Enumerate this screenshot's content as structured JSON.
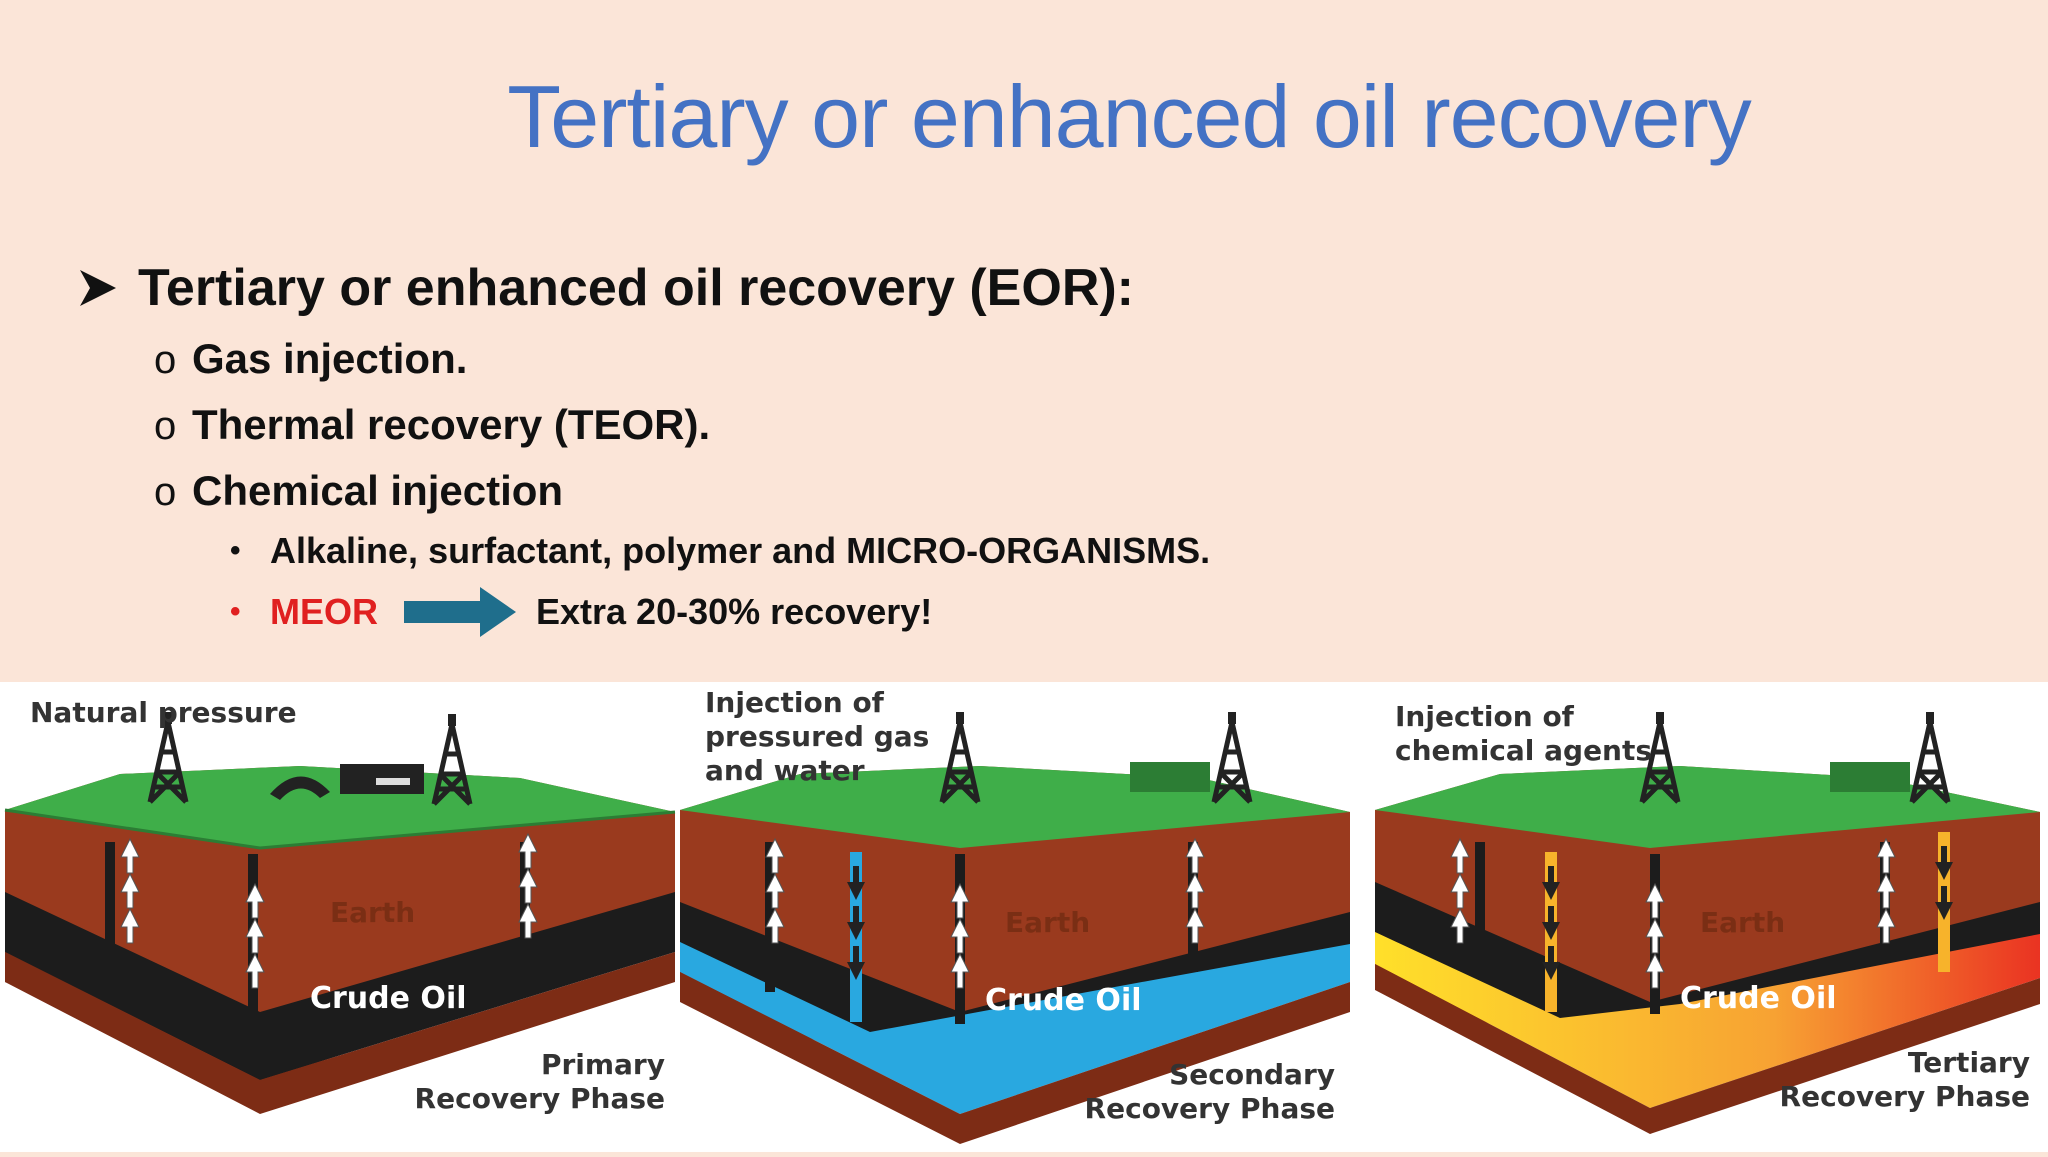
{
  "slide": {
    "title": "Tertiary or enhanced oil recovery",
    "heading": "Tertiary or enhanced oil recovery (EOR):",
    "items": [
      "Gas injection.",
      "Thermal recovery (TEOR).",
      "Chemical injection"
    ],
    "subitems": {
      "first": "Alkaline, surfactant, polymer and MICRO-ORGANISMS.",
      "meor": "MEOR",
      "meor_result": "Extra 20-30% recovery!"
    }
  },
  "diagrams": {
    "primary": {
      "top_label": "Natural pressure",
      "earth": "Earth",
      "oil": "Crude Oil",
      "phase_line1": "Primary",
      "phase_line2": "Recovery Phase"
    },
    "secondary": {
      "top_label_line1": "Injection of",
      "top_label_line2": "pressured gas",
      "top_label_line3": "and water",
      "earth": "Earth",
      "oil": "Crude Oil",
      "phase_line1": "Secondary",
      "phase_line2": "Recovery Phase"
    },
    "tertiary": {
      "top_label_line1": "Injection of",
      "top_label_line2": "chemical agents",
      "earth": "Earth",
      "oil": "Crude Oil",
      "phase_line1": "Tertiary",
      "phase_line2": "Recovery Phase"
    }
  },
  "colors": {
    "title": "#4472c4",
    "background": "#fbe5d8",
    "highlight": "#e02020",
    "arrow": "#1f6e8c",
    "grass": "#3fae49",
    "earth": "#9a3a1e",
    "oil": "#1c1c1c",
    "water": "#29a8e0"
  }
}
